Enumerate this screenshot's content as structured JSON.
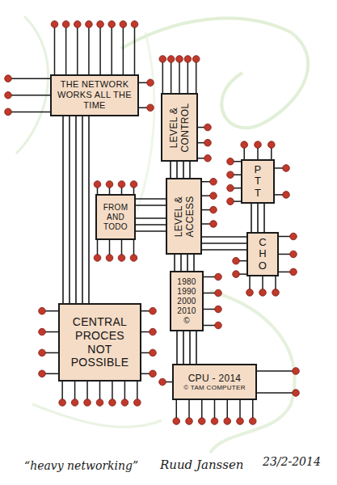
{
  "diagram": {
    "caption": "“heavy networking”",
    "nodes": [
      {
        "text": [
          "THE NETWORK WORKS ALL THE TIME"
        ]
      },
      {
        "text": [
          "LEVEL & CONTROL"
        ]
      },
      {
        "text": [
          "PTT"
        ]
      },
      {
        "text": [
          "FROM AND TODO"
        ]
      },
      {
        "text": [
          "LEVEL & ACCESS"
        ]
      },
      {
        "text": [
          "CHO"
        ]
      },
      {
        "text": [
          "1980 1990 2000 2010 ©"
        ]
      },
      {
        "text": [
          "CENTRAL PROCES NOT POSSIBLE"
        ]
      },
      {
        "text": [
          "CPU - 2014",
          "© TAM COMPUTER"
        ]
      }
    ],
    "edges": [
      {
        "from": 0,
        "to": 7,
        "arrow": "none"
      },
      {
        "from": 1,
        "to": 4,
        "arrow": "none"
      },
      {
        "from": 3,
        "to": 4,
        "arrow": "none"
      },
      {
        "from": 4,
        "to": 6,
        "arrow": "none"
      },
      {
        "from": 4,
        "to": 5,
        "arrow": "none"
      },
      {
        "from": 2,
        "to": 5,
        "arrow": "none"
      },
      {
        "from": 6,
        "to": 8,
        "arrow": "none"
      }
    ],
    "labels": [
      "Ruud Janssen",
      "23/2-2014"
    ]
  }
}
